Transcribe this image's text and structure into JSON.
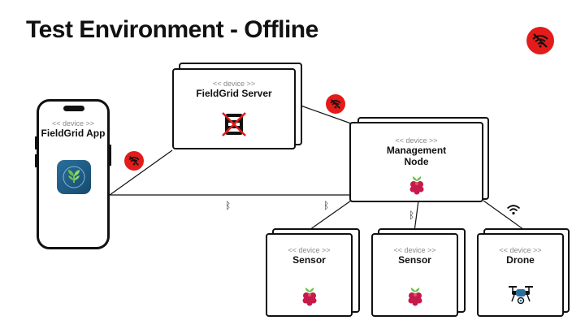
{
  "title": "Test Environment - Offline",
  "stereotype": "<< device >>",
  "nodes": {
    "app": "FieldGrid App",
    "server": "FieldGrid Server",
    "management": "Management\nNode",
    "sensor1": "Sensor",
    "sensor2": "Sensor",
    "drone": "Drone"
  },
  "icons": {
    "offline": "wifi-off-icon",
    "bluetooth": "bluetooth-icon",
    "wifi": "wifi-icon",
    "raspberry": "raspberry-pi-icon",
    "server_disabled": "server-off-icon",
    "drone": "drone-icon",
    "app": "plant-app-icon"
  },
  "colors": {
    "offline_red": "#e31b1b",
    "raspberry": "#c51a4a",
    "leaf": "#6cc24a"
  },
  "bluetooth_symbol": "ᛒ"
}
